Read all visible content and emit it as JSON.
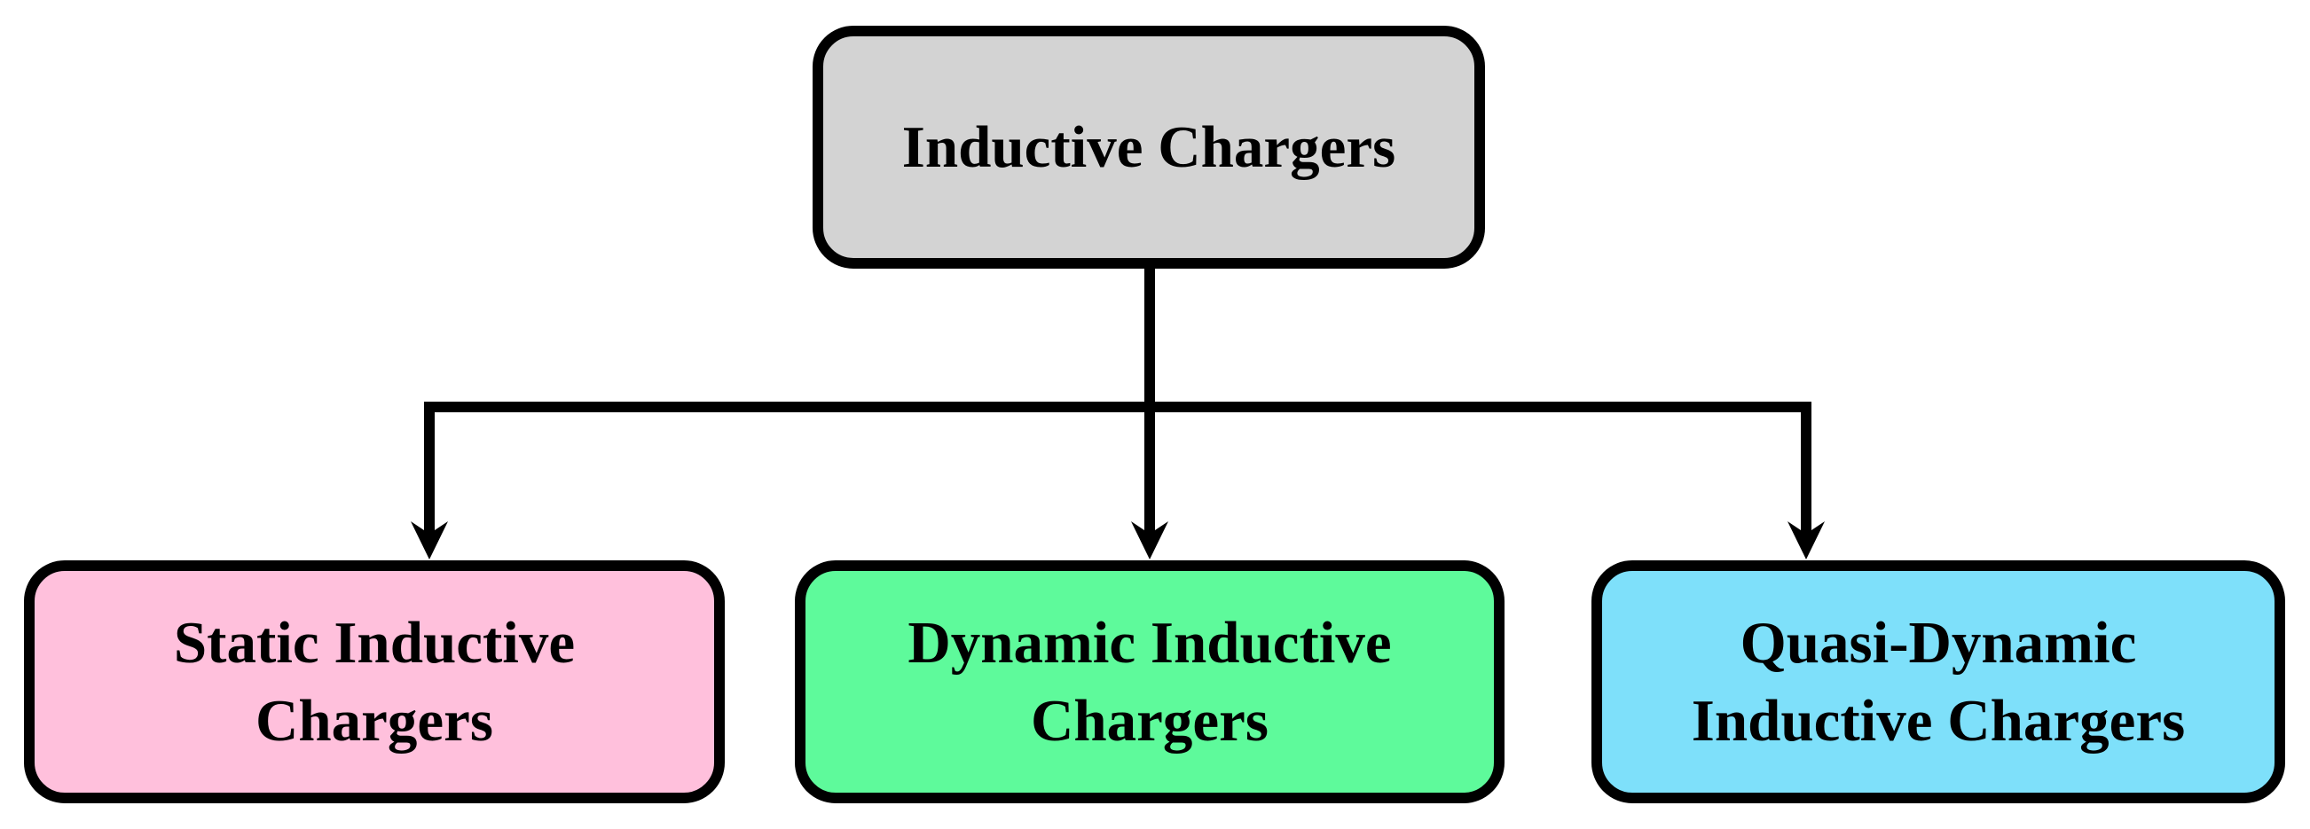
{
  "diagram": {
    "background": "#FFFFFF",
    "line_color": "#000000",
    "border_color": "#000000",
    "text_color": "#000000",
    "nodes": {
      "root": {
        "label": "Inductive Chargers",
        "lines": [
          "Inductive Chargers"
        ],
        "fill": "#D3D3D3"
      },
      "static": {
        "label": "Static Inductive Chargers",
        "lines": [
          "Static Inductive",
          "Chargers"
        ],
        "fill": "#FFC0DC"
      },
      "dynamic": {
        "label": "Dynamic Inductive Chargers",
        "lines": [
          "Dynamic Inductive",
          "Chargers"
        ],
        "fill": "#5EFA9B"
      },
      "quasi_dynamic": {
        "label": "Quasi-Dynamic Inductive Chargers",
        "lines": [
          "Quasi-Dynamic",
          "Inductive Chargers"
        ],
        "fill": "#7EE0FA"
      }
    },
    "edges": [
      {
        "from": "root",
        "to": "static"
      },
      {
        "from": "root",
        "to": "dynamic"
      },
      {
        "from": "root",
        "to": "quasi_dynamic"
      }
    ]
  }
}
